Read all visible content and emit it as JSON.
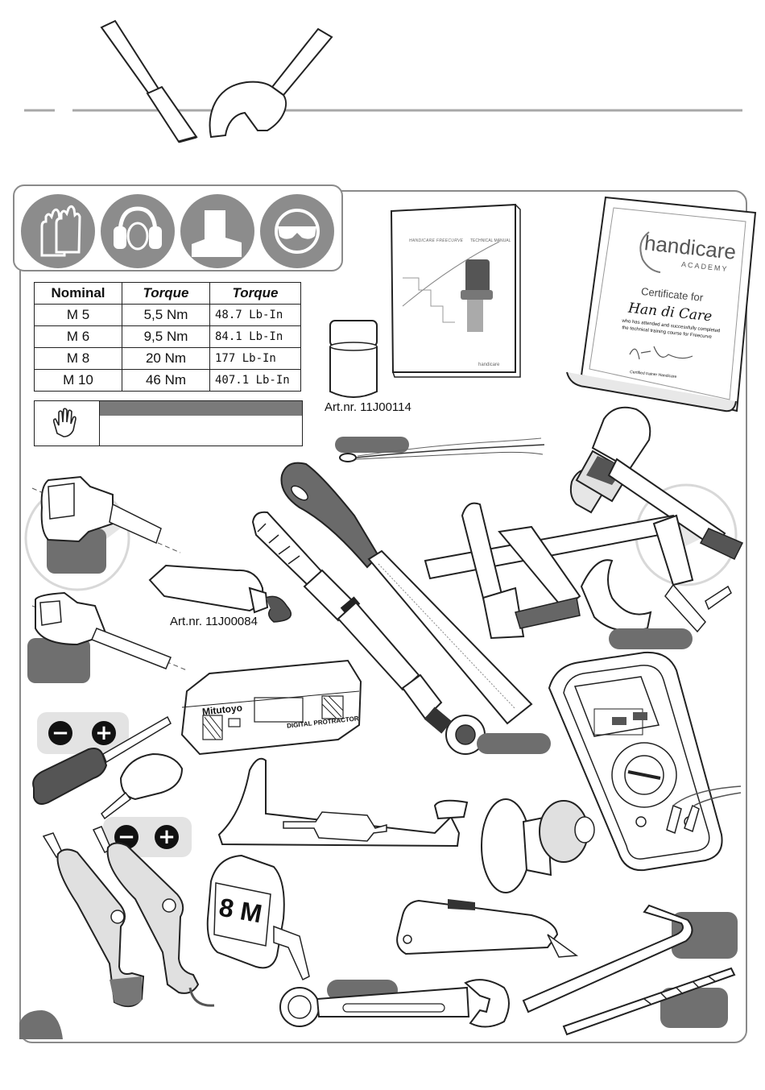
{
  "torque_table": {
    "headers": [
      "Nominal",
      "Torque",
      "Torque"
    ],
    "rows": [
      [
        "M 5",
        "5,5 Nm",
        "48.7 Lb-In"
      ],
      [
        "M 6",
        "9,5 Nm",
        "84.1 Lb-In"
      ],
      [
        "M 8",
        "20 Nm",
        "177  Lb-In"
      ],
      [
        "M 10",
        "46 Nm",
        "407.1 Lb-In"
      ]
    ]
  },
  "art_numbers": {
    "jar": "Art.nr. 11J00114",
    "tube": "Art.nr. 11J00084"
  },
  "manual": {
    "title": "HANDICARE FREECURVE",
    "subtitle": "TECHNICAL MANUAL",
    "brand": "handicare"
  },
  "certificate": {
    "brand": "handicare",
    "academy": "ACADEMY",
    "heading": "Certificate for",
    "name": "Han di Care",
    "line1": "who has attended and successfully completed",
    "line2": "the technical training course for Freecurve",
    "footer": "Certified trainer Handicare"
  },
  "level": {
    "brand": "Mitutoyo",
    "label": "DIGITAL PROTRACTOR"
  },
  "tape_measure": {
    "label": "8 M"
  },
  "icons": [
    "gloves-icon",
    "ear-protection-icon",
    "safety-boots-icon",
    "safety-glasses-icon",
    "hand-icon",
    "slotted-icon",
    "phillips-icon"
  ],
  "colors": {
    "frame": "#8a8a8a",
    "badge": "#707070",
    "ppe": "#8c8c8c"
  }
}
